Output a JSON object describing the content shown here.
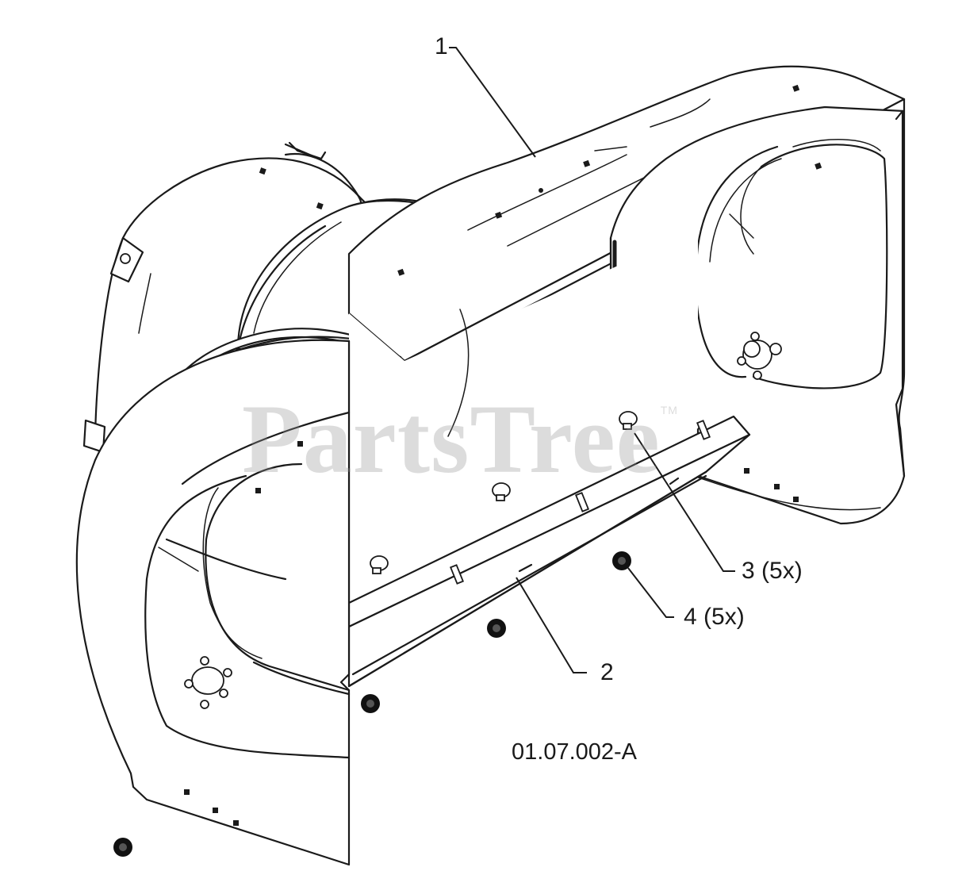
{
  "watermark": {
    "text": "PartsTree",
    "trademark": "TM"
  },
  "drawing_number": "01.07.002-A",
  "callouts": [
    {
      "id": "part-1",
      "label": "1"
    },
    {
      "id": "part-2",
      "label": "2"
    },
    {
      "id": "part-3",
      "label": "3 (5x)"
    },
    {
      "id": "part-4",
      "label": "4 (5x)"
    }
  ],
  "colors": {
    "line": "#1a1a1a",
    "background": "#ffffff",
    "watermark": "#969696"
  }
}
